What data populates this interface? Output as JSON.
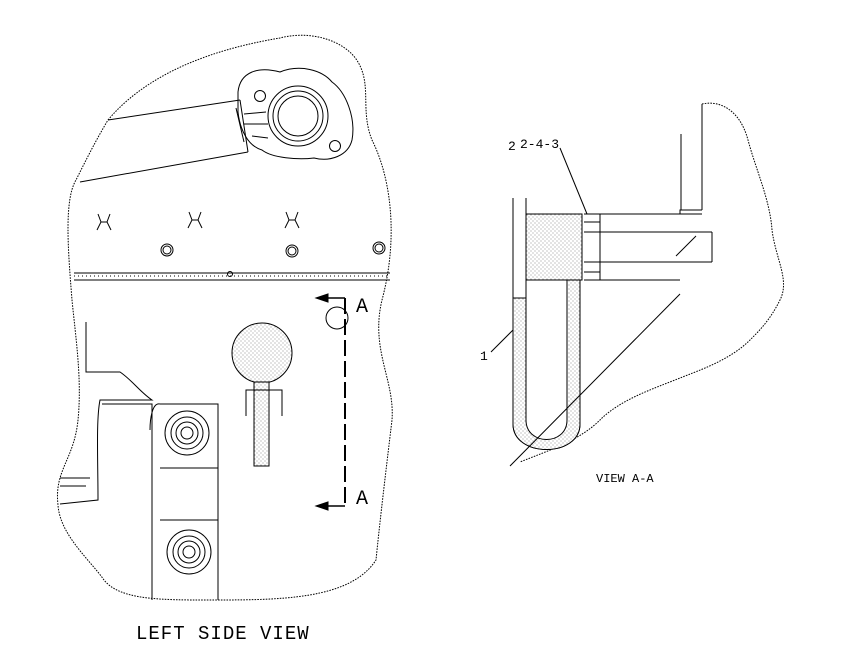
{
  "drawing": {
    "left_view_title": "LEFT SIDE VIEW",
    "section_marker_top": "A",
    "section_marker_bottom": "A",
    "right_view_title": "VIEW A-A",
    "callout_part_ref": "2-4-3",
    "callout_prefix": "2",
    "callout_item_1": "1"
  },
  "colors": {
    "line": "#000000",
    "background": "#ffffff",
    "shading": "#9a9a9a"
  }
}
